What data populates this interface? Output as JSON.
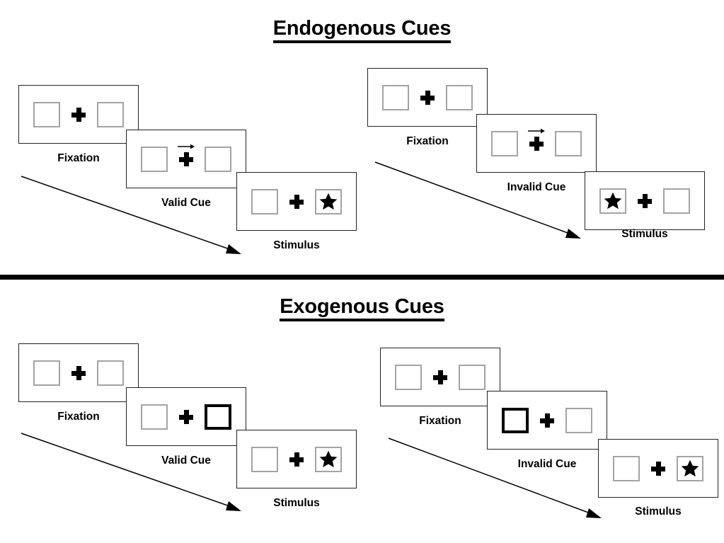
{
  "figure": {
    "title_endogenous": "Endogenous Cues",
    "title_exogenous": "Exogenous Cues",
    "colors": {
      "frame_stroke": "#222222",
      "placeholder_stroke": "#a3a3a3",
      "highlight_stroke": "#000000",
      "ink": "#000000",
      "background": "#ffffff"
    }
  },
  "sections": [
    {
      "id": "endogenous",
      "title": "Endogenous Cues",
      "cue_type": "central-arrow",
      "sequences": [
        {
          "id": "endogenous-valid",
          "validity": "valid",
          "frames": [
            {
              "caption": "Fixation",
              "left_box": "empty",
              "right_box": "empty",
              "cue": "none",
              "center": "fixation-plus"
            },
            {
              "caption": "Valid Cue",
              "left_box": "empty",
              "right_box": "empty",
              "cue": "arrow-right",
              "center": "fixation-plus"
            },
            {
              "caption": "Stimulus",
              "left_box": "empty",
              "right_box": "star",
              "cue": "none",
              "center": "fixation-plus"
            }
          ]
        },
        {
          "id": "endogenous-invalid",
          "validity": "invalid",
          "frames": [
            {
              "caption": "Fixation",
              "left_box": "empty",
              "right_box": "empty",
              "cue": "none",
              "center": "fixation-plus"
            },
            {
              "caption": "Invalid Cue",
              "left_box": "empty",
              "right_box": "empty",
              "cue": "arrow-right",
              "center": "fixation-plus"
            },
            {
              "caption": "Stimulus",
              "left_box": "star",
              "right_box": "empty",
              "cue": "none",
              "center": "fixation-plus"
            }
          ]
        }
      ]
    },
    {
      "id": "exogenous",
      "title": "Exogenous Cues",
      "cue_type": "peripheral-box-flash",
      "sequences": [
        {
          "id": "exogenous-valid",
          "validity": "valid",
          "frames": [
            {
              "caption": "Fixation",
              "left_box": "empty",
              "right_box": "empty",
              "cue": "none",
              "center": "fixation-plus"
            },
            {
              "caption": "Valid Cue",
              "left_box": "empty",
              "right_box": "highlighted",
              "cue": "none",
              "center": "fixation-plus"
            },
            {
              "caption": "Stimulus",
              "left_box": "empty",
              "right_box": "star",
              "cue": "none",
              "center": "fixation-plus"
            }
          ]
        },
        {
          "id": "exogenous-invalid",
          "validity": "invalid",
          "frames": [
            {
              "caption": "Fixation",
              "left_box": "empty",
              "right_box": "empty",
              "cue": "none",
              "center": "fixation-plus"
            },
            {
              "caption": "Invalid Cue",
              "left_box": "highlighted",
              "right_box": "empty",
              "cue": "none",
              "center": "fixation-plus"
            },
            {
              "caption": "Stimulus",
              "left_box": "empty",
              "right_box": "star",
              "cue": "none",
              "center": "fixation-plus"
            }
          ]
        }
      ]
    }
  ],
  "captions": {
    "fixation": "Fixation",
    "valid_cue": "Valid Cue",
    "invalid_cue": "Invalid Cue",
    "stimulus": "Stimulus"
  },
  "icons": {
    "star": "star-icon",
    "plus": "fixation-cross-icon",
    "arrow_right": "arrow-right-icon",
    "time_flow": "time-flow-arrow-icon"
  }
}
